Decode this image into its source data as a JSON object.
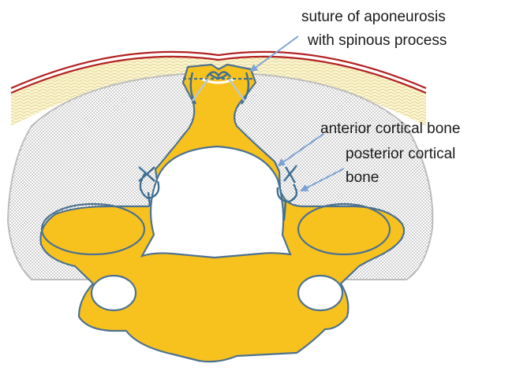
{
  "labels": {
    "suture_line1": "suture of aponeurosis",
    "suture_line2": "with spinous process",
    "anterior": "anterior cortical bone",
    "posterior_line1": "posterior cortical",
    "posterior_line2": "bone"
  },
  "colors": {
    "bone_fill": "#f8c21e",
    "bone_outline": "#4d7290",
    "muscle_outline": "#b8b8b8",
    "skin_red": "#b22222",
    "fat_yellow": "#f0e6a0",
    "arrow": "#7da3d6",
    "suture_blue": "#3d6f95"
  }
}
